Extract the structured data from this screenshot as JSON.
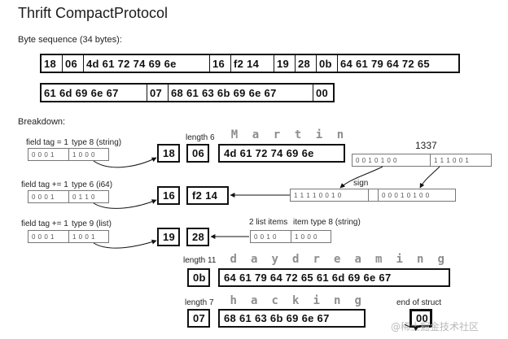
{
  "title": "Thrift CompactProtocol",
  "byte_sequence_label": "Byte sequence (34 bytes):",
  "breakdown_label": "Breakdown:",
  "sequence_row1": [
    "18",
    "06",
    "4d 61 72 74 69 6e",
    "16",
    "f2 14",
    "19",
    "28",
    "0b",
    "64 61 79 64 72 65"
  ],
  "sequence_row2": [
    "61 6d 69 6e 67",
    "07",
    "68 61 63 6b 69 6e 67",
    "00"
  ],
  "field1": {
    "tag_label": "field tag = 1",
    "type_label": "type 8 (string)",
    "tag_bits": "0 0 0 1",
    "type_bits": "1 0 0 0",
    "byte": "18",
    "length_label": "length 6",
    "length_byte": "06",
    "value_bytes": "4d 61 72 74 69 6e",
    "ascii": [
      "M",
      "a",
      "r",
      "t",
      "i",
      "n"
    ]
  },
  "number": {
    "value": "1337",
    "bits_high": "0 0 1 0 1 0 0",
    "bits_low": "1 1 1 0 0 1",
    "sign_label": "sign",
    "encoded_byte1": "1 1 1 1 0 0 1 0",
    "encoded_byte2": "0 0 0 1 0 1 0 0"
  },
  "field2": {
    "tag_label": "field tag += 1",
    "type_label": "type 6 (i64)",
    "tag_bits": "0 0 0 1",
    "type_bits": "0 1 1 0",
    "byte": "16",
    "value_bytes": "f2 14"
  },
  "field3": {
    "tag_label": "field tag += 1",
    "type_label": "type 9 (list)",
    "tag_bits": "0 0 0 1",
    "type_bits": "1 0 0 1",
    "byte": "19",
    "list_byte": "28",
    "list_items_label": "2 list items",
    "item_type_label": "item type 8 (string)",
    "count_bits": "0 0 1 0",
    "item_type_bits": "1 0 0 0"
  },
  "item1": {
    "length_label": "length 11",
    "length_byte": "0b",
    "value_bytes": "64 61 79 64 72 65 61 6d 69 6e 67",
    "ascii": [
      "d",
      "a",
      "y",
      "d",
      "r",
      "e",
      "a",
      "m",
      "i",
      "n",
      "g"
    ]
  },
  "item2": {
    "length_label": "length 7",
    "length_byte": "07",
    "value_bytes": "68 61 63 6b 69 6e 67",
    "ascii": [
      "h",
      "a",
      "c",
      "k",
      "i",
      "n",
      "g"
    ]
  },
  "end_of_struct_label": "end of struct",
  "end_byte": "00",
  "watermark": "@稀土掘金技术社区"
}
